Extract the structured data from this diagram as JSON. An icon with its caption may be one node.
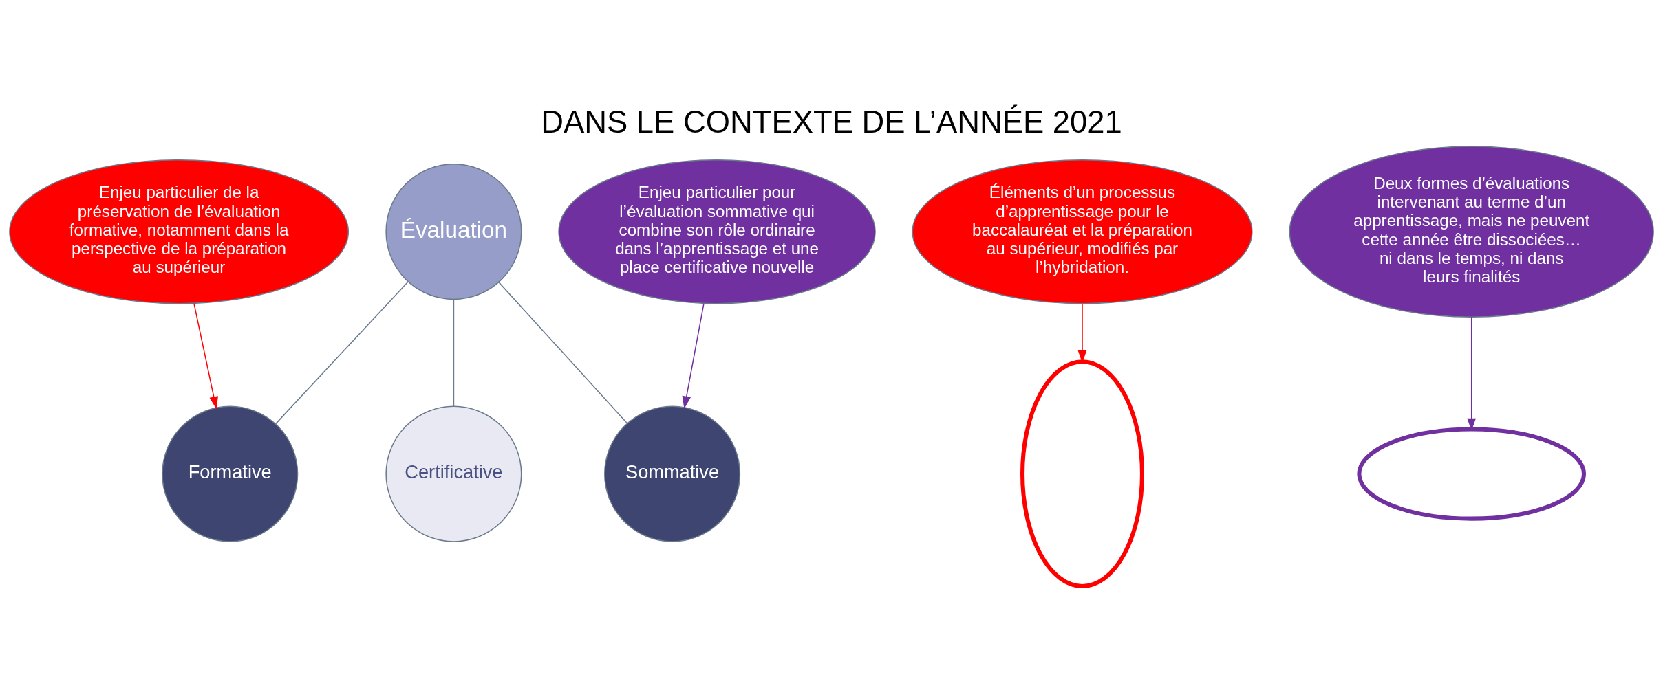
{
  "diagram": {
    "title": "DANS LE CONTEXTE DE L’ANNÉE 2021",
    "nodes": [
      {
        "text": [
          "Évaluation"
        ]
      },
      {
        "text": [
          "Formative"
        ]
      },
      {
        "text": [
          "Sommative"
        ]
      },
      {
        "text": [
          "Certificative"
        ]
      },
      {
        "text": [
          "Éléments d’un processus d’apprentissage pour le baccalauréat et la préparation au supérieur, modifiés par l’hybridation."
        ]
      },
      {
        "text": [
          "Enjeu particulier de la préservation de l’évaluation formative, notamment dans la perspective de la préparation au supérieur"
        ]
      },
      {
        "text": [
          "Enjeu particulier pour l’évaluation sommative qui combine son rôle ordinaire dans l’apprentissage et une place certificative nouvelle"
        ]
      },
      {
        "text": [
          "Deux formes d’évaluations intervenant au terme d’un apprentissage, mais ne peuvent cette année être dissociées… ni dans le temps, ni dans leurs finalités"
        ]
      },
      {
        "text": [],
        "shape": "ellipse"
      },
      {
        "text": [],
        "shape": "ellipse"
      }
    ],
    "edges": [
      {
        "from": 0,
        "to": 1,
        "arrow": "none"
      },
      {
        "from": 0,
        "to": 2,
        "arrow": "none"
      },
      {
        "from": 0,
        "to": 3,
        "arrow": "none"
      },
      {
        "from": 4,
        "to": 8,
        "arrow": "to",
        "color": "#ff0000"
      },
      {
        "from": 5,
        "to": 1,
        "arrow": "to",
        "color": "#ff0000"
      },
      {
        "from": 6,
        "to": 2,
        "arrow": "to",
        "color": "#7030a0"
      },
      {
        "from": 7,
        "to": 9,
        "arrow": "to",
        "color": "#7030a0"
      }
    ]
  }
}
